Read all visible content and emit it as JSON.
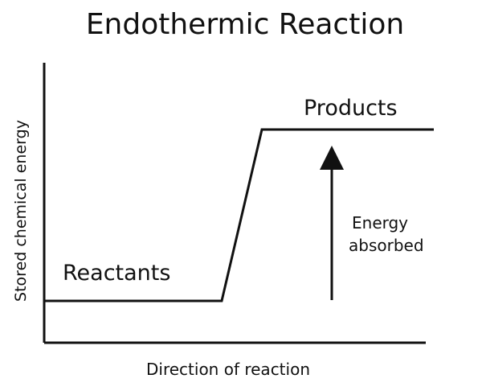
{
  "diagram": {
    "title": "Endothermic Reaction",
    "y_axis_label": "Stored chemical energy",
    "x_axis_label": "Direction of reaction",
    "reactants_label": "Reactants",
    "products_label": "Products",
    "energy_label_line1": "Energy",
    "energy_label_line2": "absorbed",
    "colors": {
      "line": "#111111",
      "background": "#ffffff"
    }
  }
}
